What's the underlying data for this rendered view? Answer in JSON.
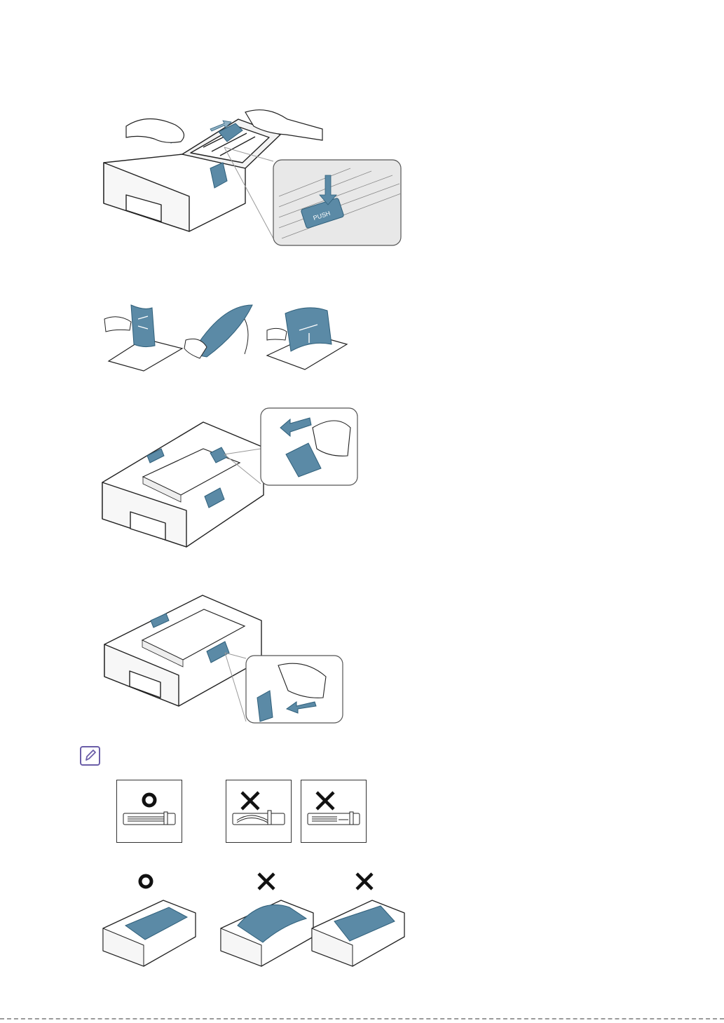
{
  "figures": {
    "adjust_tray_length": {
      "button_label": "PUSH"
    },
    "fan_paper": {},
    "adjust_length_guide": {},
    "adjust_width_guide": {}
  },
  "note": {
    "icon": "note-pencil-icon",
    "guide_examples": [
      {
        "mark": "correct-circle-icon",
        "case": "guide-correct"
      },
      {
        "mark": "incorrect-cross-icon",
        "case": "guide-too-tight"
      },
      {
        "mark": "incorrect-cross-icon",
        "case": "guide-too-loose"
      }
    ],
    "tray_examples": [
      {
        "mark": "correct-circle-icon",
        "case": "paper-flat"
      },
      {
        "mark": "incorrect-cross-icon",
        "case": "paper-buckled"
      },
      {
        "mark": "incorrect-cross-icon",
        "case": "paper-skewed"
      }
    ]
  },
  "colors": {
    "accent_blue": "#5b8aa6",
    "accent_blue_dark": "#2f5f7a",
    "line": "#222222",
    "panel_gray": "#e6e6e6",
    "note_icon": "#6b5ea8"
  }
}
